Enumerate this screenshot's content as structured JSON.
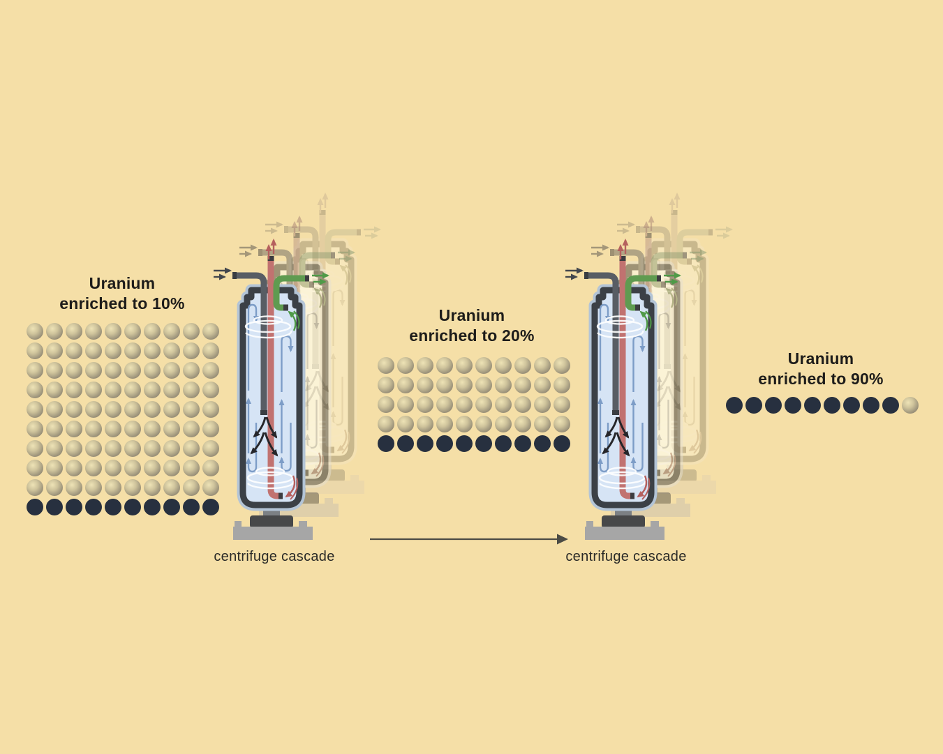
{
  "page": {
    "background": "#f5dfa7"
  },
  "stages": {
    "s10": {
      "title": [
        "Uranium",
        "enriched to 10%"
      ],
      "grid": {
        "cols": 10,
        "rows": 10,
        "dark_bottom_rows": 1,
        "tan_count": 90,
        "dark_count": 10
      }
    },
    "s20": {
      "title": [
        "Uranium",
        "enriched to 20%"
      ],
      "grid": {
        "cols": 10,
        "rows": 5,
        "dark_bottom_rows": 1,
        "tan_count": 40,
        "dark_count": 10
      }
    },
    "s90": {
      "title": [
        "Uranium",
        "enriched to 90%"
      ],
      "row": {
        "dark": 9,
        "tan": 1
      }
    }
  },
  "cascades": {
    "left_label": "centrifuge cascade",
    "right_label": "centrifuge cascade"
  },
  "colors": {
    "dark_dot": "#27303f",
    "tan_dot_hi": "#eee3b6",
    "tan_dot_lo": "#7f7767",
    "title_text": "#1d1c1a",
    "caption_text": "#2a2a27",
    "flow_arrow": "#4b4b45",
    "centrifuge_body": "#d6e4f5",
    "centrifuge_casing": "#3b4046",
    "feed_pipe": "#585d64",
    "product_pipe": "#c17270",
    "tails_pipe": "#5f9b50"
  }
}
